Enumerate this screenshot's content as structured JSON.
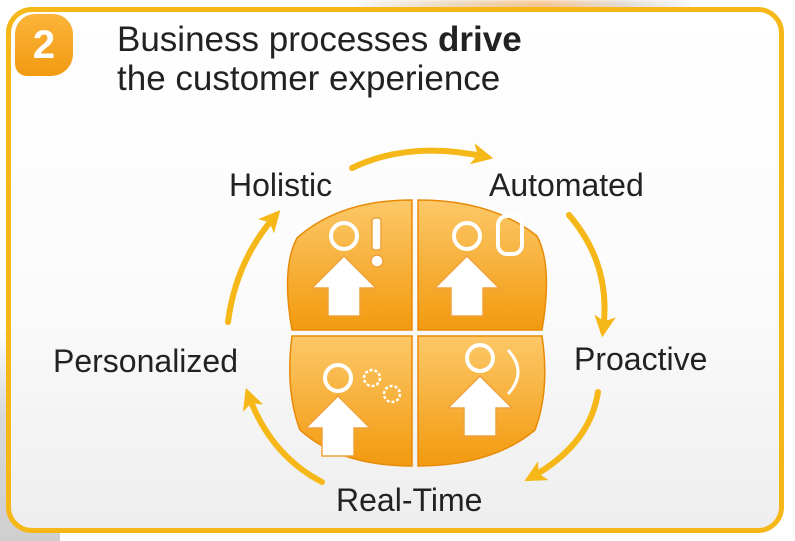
{
  "step_number": "2",
  "title": {
    "line1_prefix": "Business processes",
    "line1_emphasis": "drive",
    "line2": "the customer experience"
  },
  "cycle_labels": {
    "holistic": "Holistic",
    "automated": "Automated",
    "proactive": "Proactive",
    "real_time": "Real-Time",
    "personalized": "Personalized"
  },
  "colors": {
    "accent": "#f6b818",
    "badge": "#f29a12",
    "tile_light": "#fbc061",
    "tile_dark": "#f29a0f",
    "text": "#222222"
  },
  "icons": [
    "person-alert-icon",
    "person-mobile-icon",
    "person-gears-icon",
    "person-headset-icon"
  ]
}
